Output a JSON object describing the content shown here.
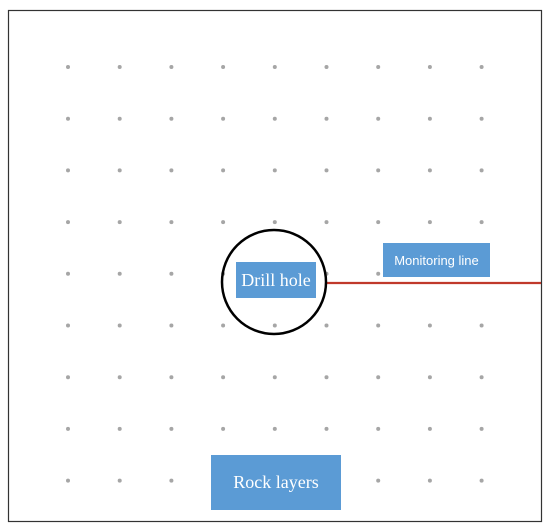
{
  "labels": {
    "drill_hole": "Drill hole",
    "monitoring_line": "Monitoring line",
    "rock_layers": "Rock layers"
  },
  "grid": {
    "columns": 9,
    "rows": 9
  },
  "colors": {
    "frame": "#333333",
    "dots": "#a6a6a6",
    "drill_hole_outline": "#000000",
    "monitoring_line": "#c0392b",
    "label_fill": "#5b9bd5",
    "label_text": "#ffffff"
  }
}
